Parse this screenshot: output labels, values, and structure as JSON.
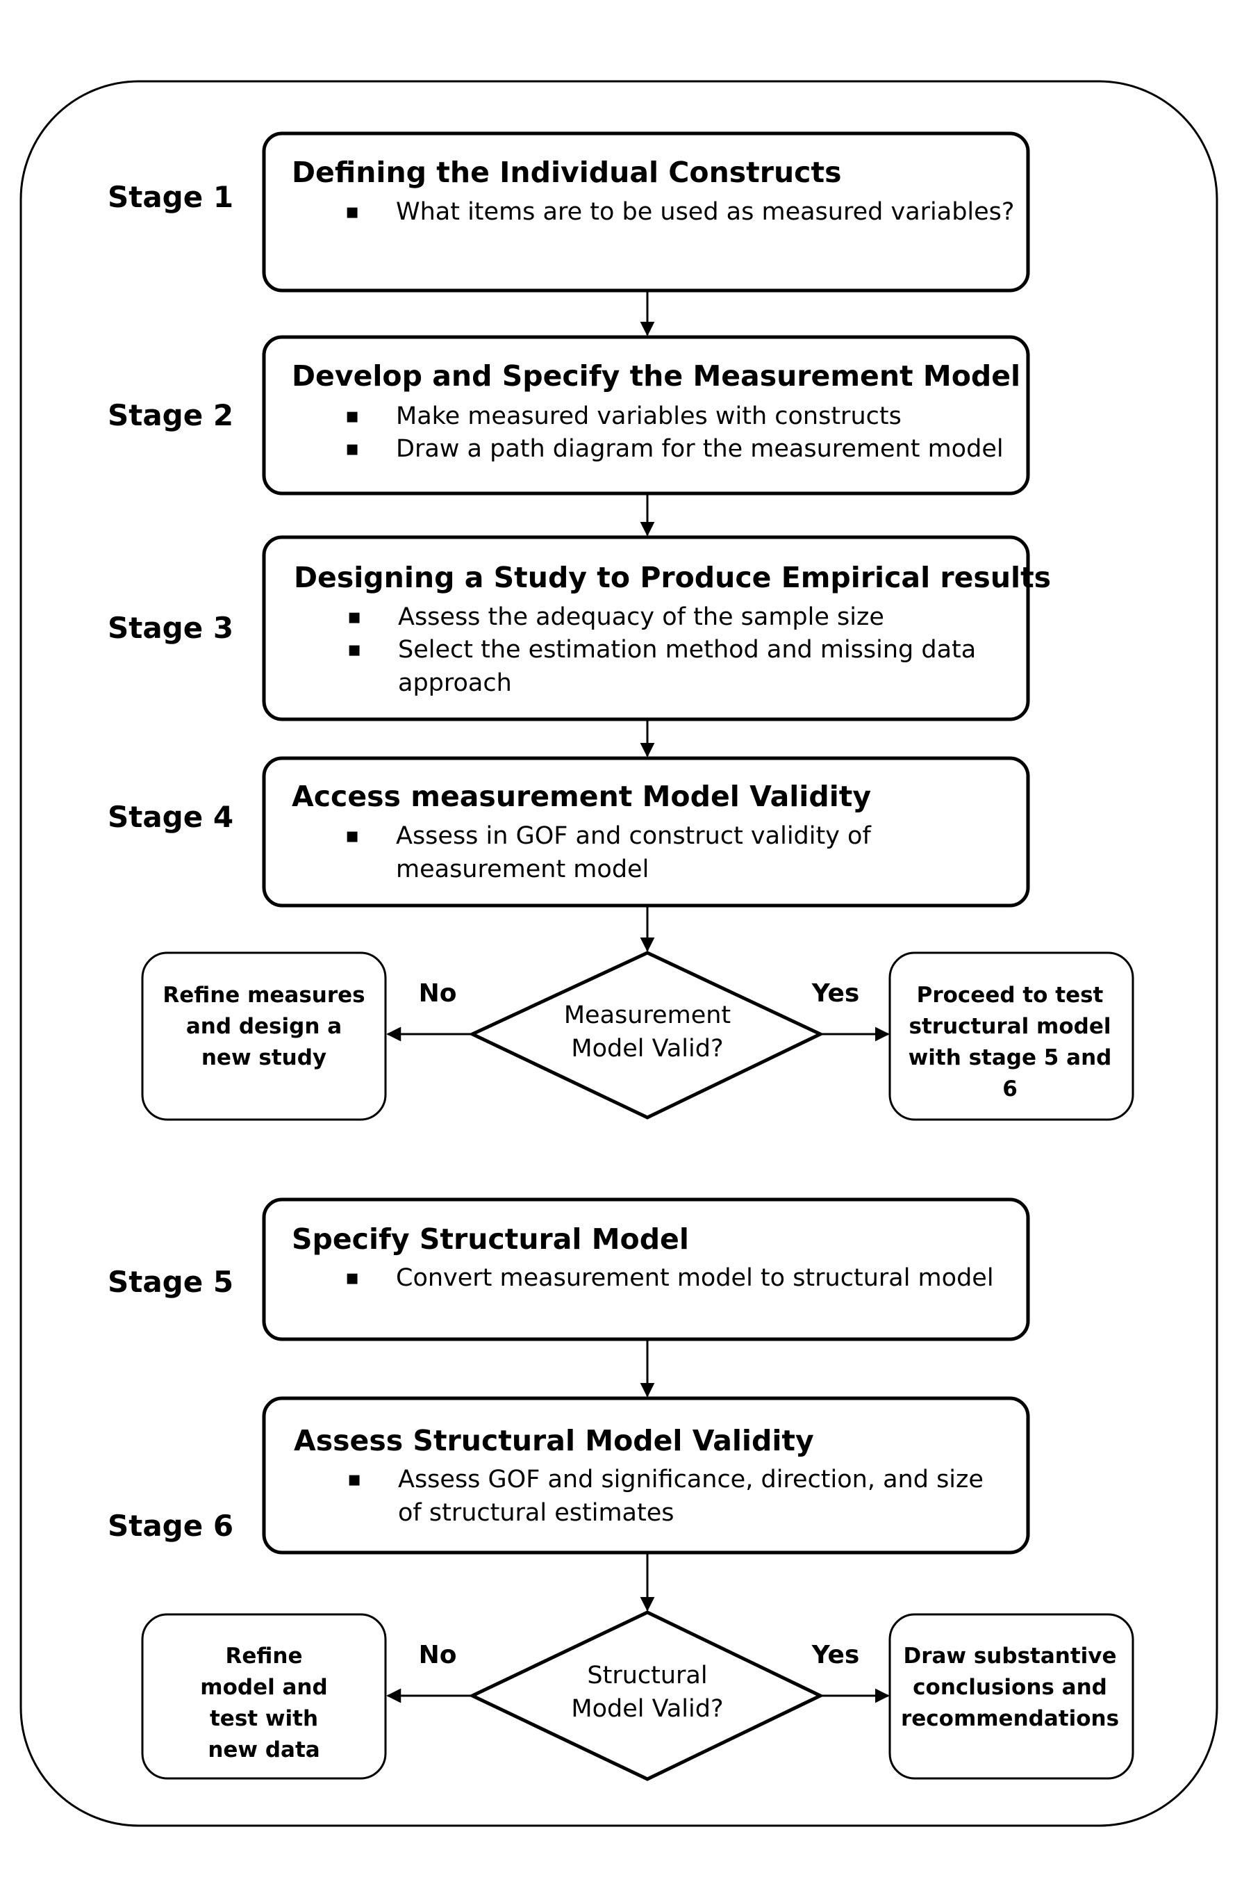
{
  "stages": [
    {
      "label": "Stage 1",
      "title": "Defining the Individual Constructs",
      "bullets": [
        "What items are to be used as measured variables?"
      ]
    },
    {
      "label": "Stage 2",
      "title": "Develop and Specify the Measurement Model",
      "bullets": [
        "Make measured variables with constructs",
        "Draw a path diagram for the measurement model"
      ]
    },
    {
      "label": "Stage 3",
      "title": "Designing a Study to Produce Empirical results",
      "bullets": [
        "Assess the adequacy of the sample size",
        "Select the estimation method and missing data approach"
      ]
    },
    {
      "label": "Stage 4",
      "title": "Access measurement Model Validity",
      "bullets": [
        "Assess in GOF and construct validity of measurement model"
      ]
    },
    {
      "label": "Stage 5",
      "title": "Specify Structural Model",
      "bullets": [
        "Convert measurement model to structural model"
      ]
    },
    {
      "label": "Stage 6",
      "title": "Assess Structural Model Validity",
      "bullets": [
        "Assess GOF and significance, direction, and size of structural estimates"
      ]
    }
  ],
  "decisions": [
    {
      "question": "Measurement Model Valid?",
      "no_label": "No",
      "yes_label": "Yes",
      "no_outcome": "Refine measures and design a new study",
      "yes_outcome": "Proceed to test structural model with stage 5 and 6"
    },
    {
      "question": "Structural Model Valid?",
      "no_label": "No",
      "yes_label": "Yes",
      "no_outcome": "Refine model and test with new data",
      "yes_outcome": "Draw substantive conclusions and recommendations"
    }
  ]
}
